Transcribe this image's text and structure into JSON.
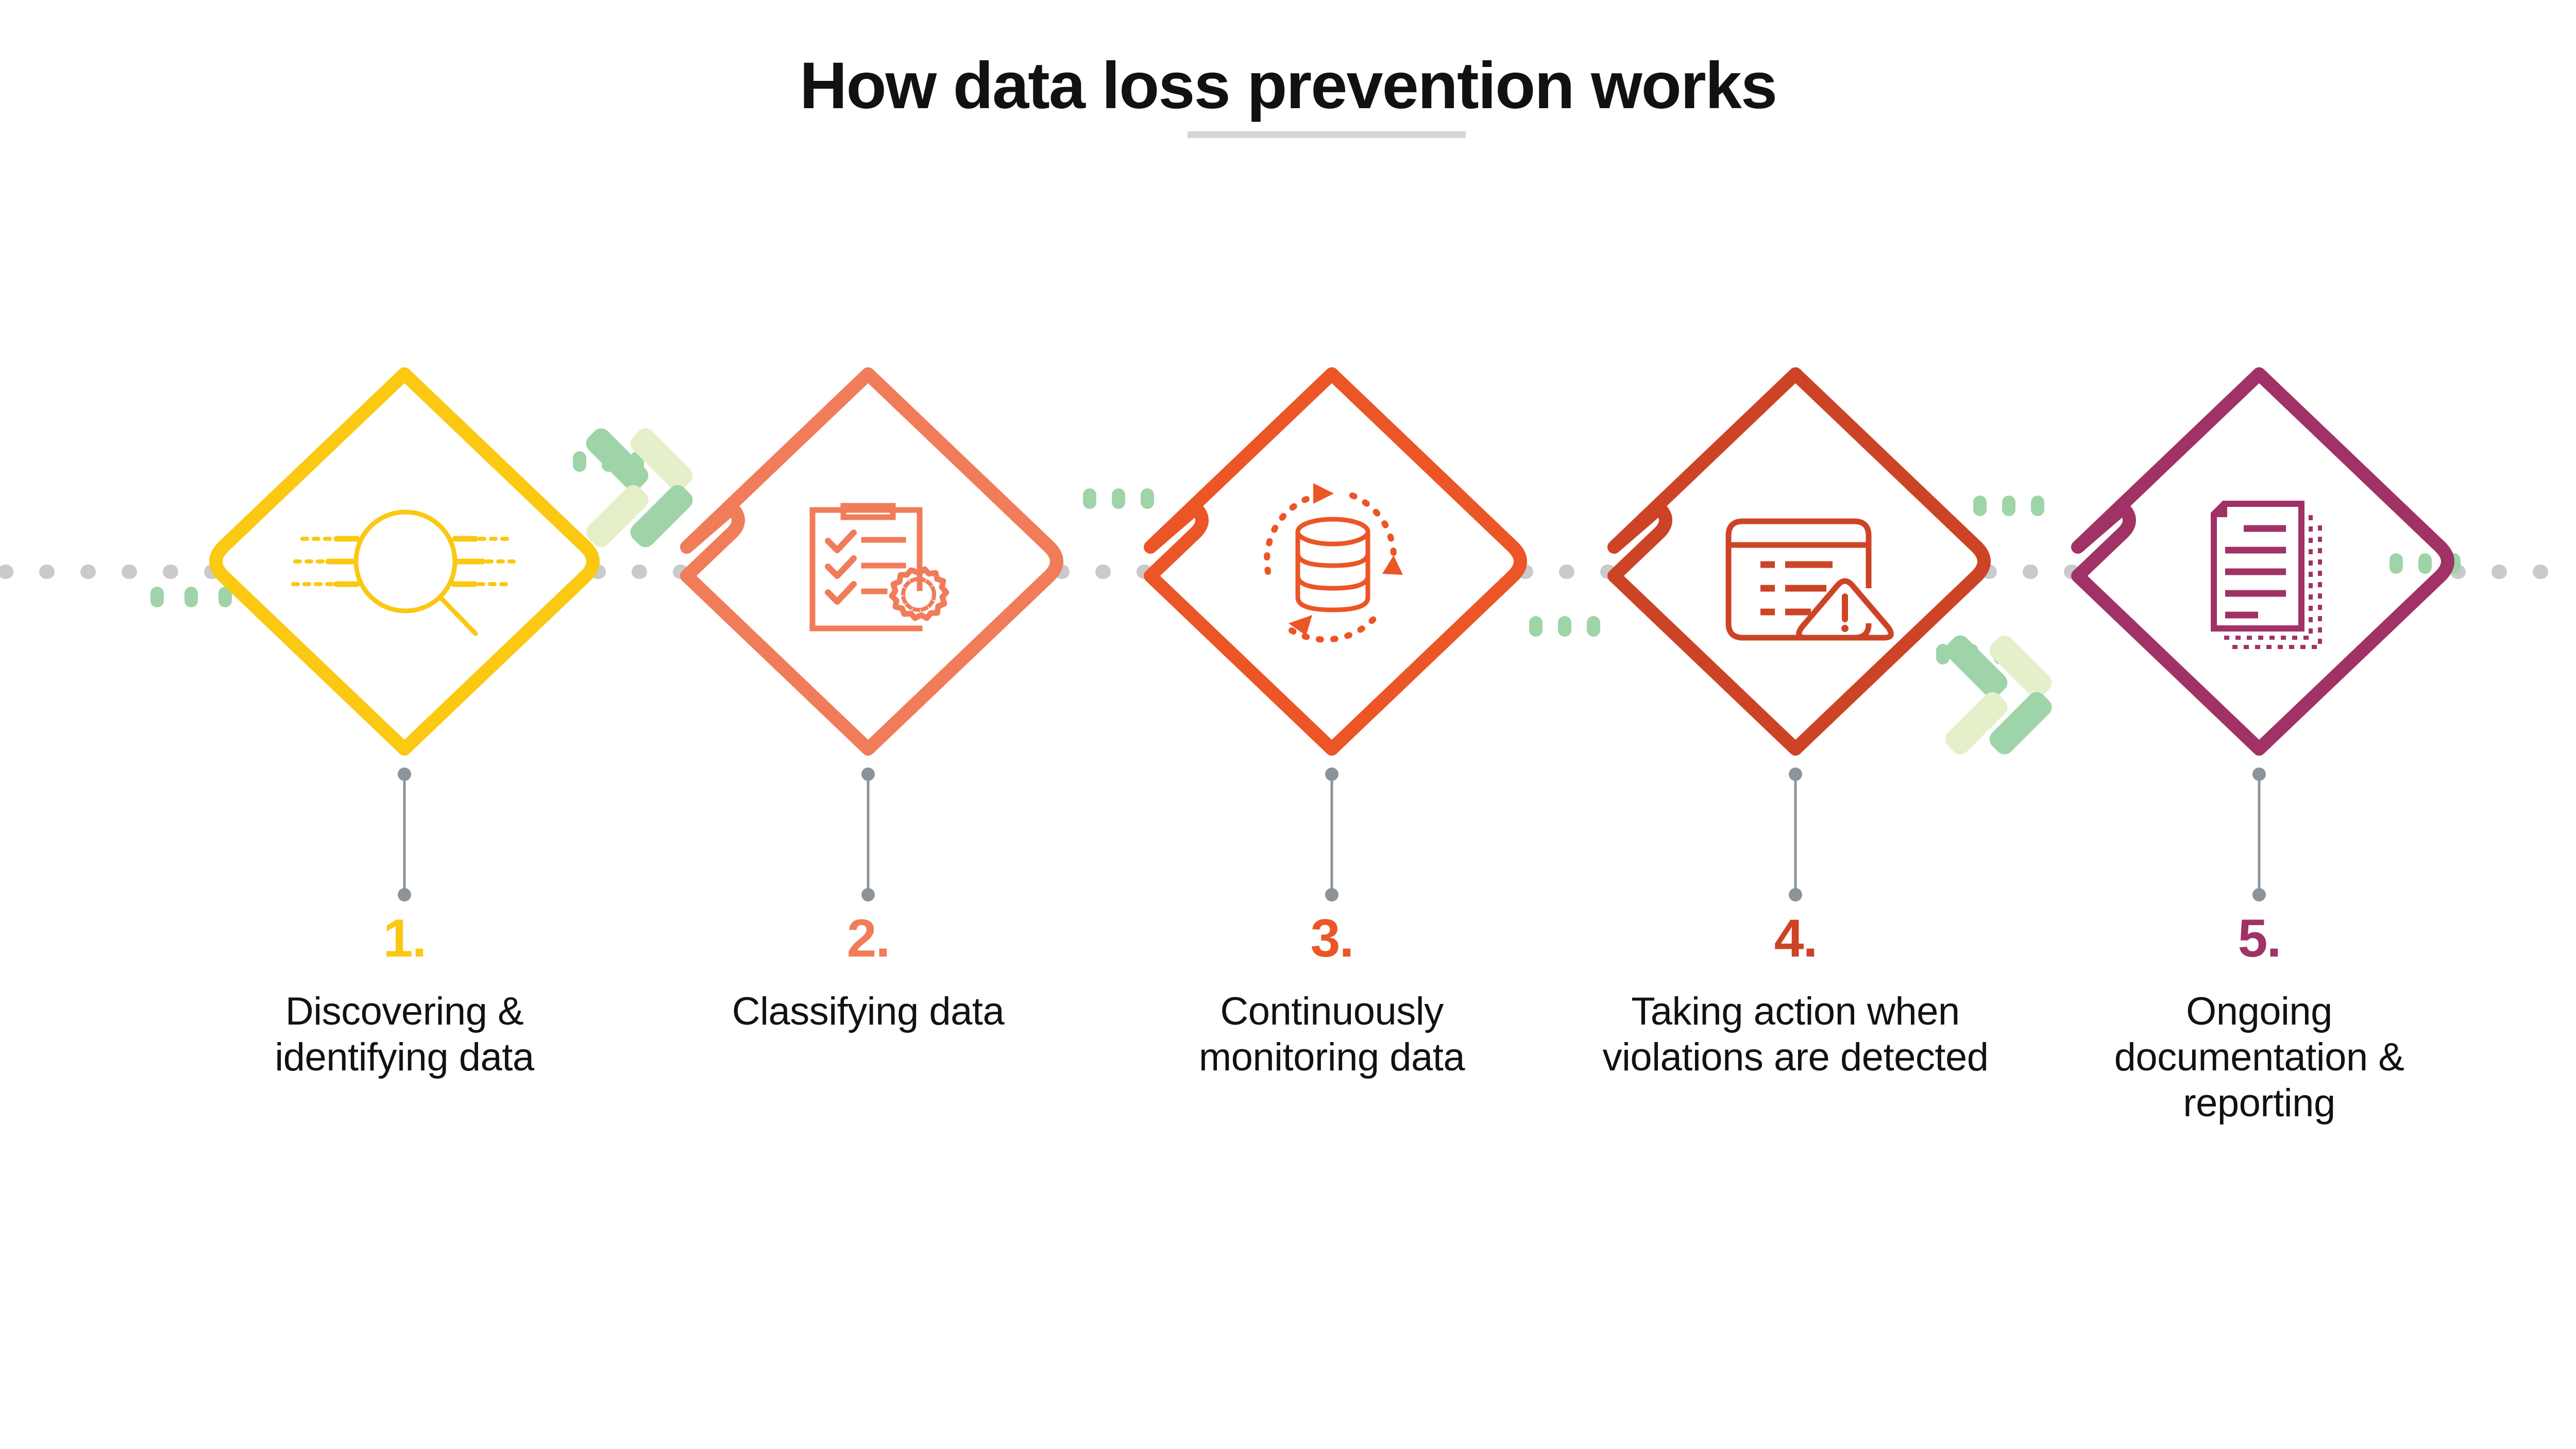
{
  "title": "How data loss prevention works",
  "colors": {
    "step1": "#FBC812",
    "step2": "#F07C5A",
    "step3": "#EC5526",
    "step4": "#CC4425",
    "step5": "#A03266",
    "text": "#111111",
    "dotted_line": "#C9CACB",
    "green_accent": "#9ED4A8",
    "green_pale": "#E5F0CA",
    "stem": "#8C9499",
    "title_rule": "#D5D6D7"
  },
  "steps": [
    {
      "number": "1.",
      "label": "Discovering & identifying data",
      "color": "#FBC812",
      "icon": "magnifying-glass-scan-icon",
      "notched": false
    },
    {
      "number": "2.",
      "label": "Classifying data",
      "color": "#F07C5A",
      "icon": "clipboard-checklist-seal-icon",
      "notched": true
    },
    {
      "number": "3.",
      "label": "Continuously monitoring data",
      "color": "#EC5526",
      "icon": "database-refresh-icon",
      "notched": true
    },
    {
      "number": "4.",
      "label": "Taking action when violations are detected",
      "color": "#CC4425",
      "icon": "window-alert-icon",
      "notched": true
    },
    {
      "number": "5.",
      "label": "Ongoing documentation & reporting",
      "color": "#A03266",
      "icon": "document-copies-icon",
      "notched": true
    }
  ]
}
